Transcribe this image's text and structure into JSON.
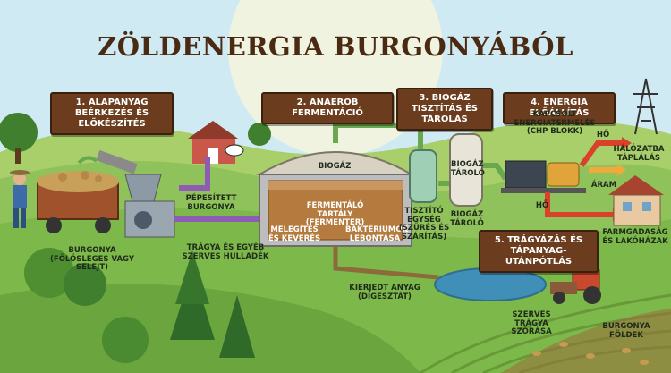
{
  "title": "ZÖLDENERGIA BURGONYÁBÓL",
  "steps": {
    "step1": "1. ALAPANYAG BEÉRKEZÉS ÉS ELŐKÉSZÍTÉS",
    "step2": "2. ANAEROB FERMENTÁCIÓ",
    "step3": "3. BIOGÁZ TISZTÍTÁS ÉS TÁROLÁS",
    "step4": "4. ENERGIA ELŐÁLLÍTÁS",
    "step5": "5. TRÁGYÁZÁS ÉS TÁPANYAG-UTÁNPÓTLÁS"
  },
  "labels": {
    "potato": "BURGONYA (FÖLÖSLEGES VAGY SELEJT)",
    "mashed": "PÉPESÍTETT BURGONYA",
    "manure": "TRÁGYA ÉS EGYÉB SZERVES HULLADÉK",
    "biogas_dome": "BIOGÁZ",
    "tank": "FERMENTÁLÓ TARTÁLY (FERMENTER)",
    "heating": "MELEGÍTÉS ÉS KEVERÉS",
    "bacteria": "BAKTÉRIUMOK LEBONTÁSA",
    "cleaner": "TISZTÍTÓ EGYSÉG (SZŰRÉS ÉS SZÁRÍTÁS)",
    "storage_top": "BIOGÁZ TÁROLÓ",
    "storage_bottom": "BIOGÁZ TÁROLÓ",
    "chp": "KAPCSOLT ENERGIATERMELÉS (CHP BLOKK)",
    "heat1": "HŐ",
    "heat2": "HŐ",
    "grid": "HÁLÓZATBA TÁPLÁLÁS",
    "power": "ÁRAM",
    "homes": "FARMGADASÁG ÉS LAKÓHÁZAK",
    "digestate": "KIERJEDT ANYAG (DIGESZTÁT)",
    "spreading": "SZERVES TRÁGYA SZÓRÁSA",
    "fields": "BURGONYA FÖLDEK"
  },
  "colors": {
    "pipe_green": "#6aa84f",
    "pipe_purple": "#8e5bb5",
    "heat_red": "#d9412b",
    "heat_orange": "#f2a93b",
    "box_brown": "#6b3d1e"
  }
}
